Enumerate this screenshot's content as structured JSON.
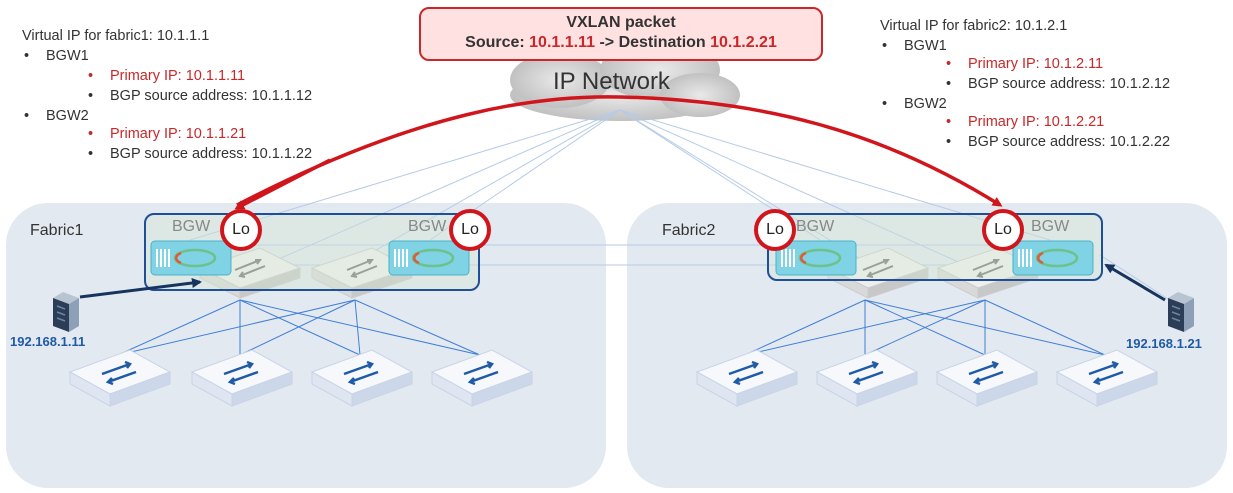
{
  "packet": {
    "title": "VXLAN packet",
    "source_label": "Source: ",
    "source_ip": "10.1.1.11",
    "arrow_label": " -> Destination ",
    "dest_ip": "10.1.2.21"
  },
  "cloud": {
    "label": "IP Network"
  },
  "fabric1": {
    "name": "Fabric1",
    "vip": "Virtual IP for fabric1: 10.1.1.1",
    "bgw1": {
      "name": "BGW1",
      "primary": "Primary IP: 10.1.1.11",
      "bgp": "BGP source address: 10.1.1.12"
    },
    "bgw2": {
      "name": "BGW2",
      "primary": "Primary IP: 10.1.1.21",
      "bgp": "BGP source address: 10.1.1.22"
    },
    "host_ip": "192.168.1.11"
  },
  "fabric2": {
    "name": "Fabric2",
    "vip": "Virtual IP for fabric2: 10.1.2.1",
    "bgw1": {
      "name": "BGW1",
      "primary": "Primary IP: 10.1.2.11",
      "bgp": "BGP source address: 10.1.2.12"
    },
    "bgw2": {
      "name": "BGW2",
      "primary": "Primary IP: 10.1.2.21",
      "bgp": "BGP source address: 10.1.2.22"
    },
    "host_ip": "192.168.1.21"
  },
  "labels": {
    "bgw": "BGW",
    "lo": "Lo",
    "bullet": "•"
  },
  "colors": {
    "red": "#c8282a",
    "blue_line": "#3f7fd6",
    "navy": "#1f4f96",
    "fabric_bg": "#e3e9f1"
  }
}
